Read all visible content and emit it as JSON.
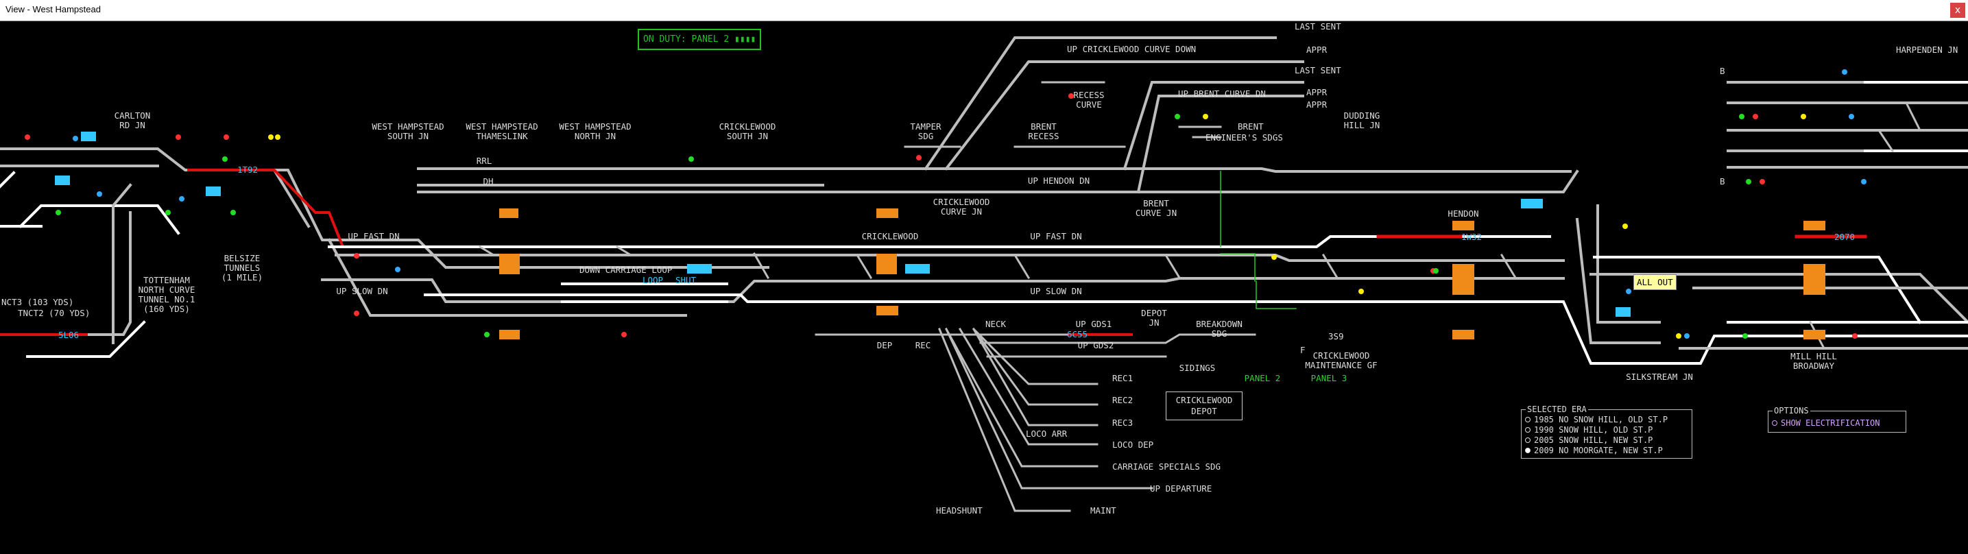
{
  "window": {
    "title": "View - West Hampstead",
    "close_glyph": "x"
  },
  "duty": "ON DUTY: PANEL 2 ▮▮▮▮",
  "colors": {
    "track": "#bdbdbd",
    "track_set": "#ffffff",
    "track_occ": "#e01010",
    "signal_red": "#ff3030",
    "signal_green": "#22dd22",
    "signal_yellow": "#ffee00",
    "signal_blue": "#33aaff",
    "berth": "#f08a18",
    "cyan": "#33c8ff",
    "panel_green": "#22cc22"
  },
  "labels": {
    "carlton": "CARLTON\nRD JN",
    "wh_south": "WEST HAMPSTEAD\nSOUTH JN",
    "wh_thames": "WEST HAMPSTEAD\nTHAMESLINK",
    "wh_north": "WEST HAMPSTEAD\nNORTH JN",
    "cricklewood_south": "CRICKLEWOOD\nSOUTH JN",
    "tamper": "TAMPER\nSDG",
    "brent_recess": "BRENT\nRECESS",
    "recess_curve": "RECESS\nCURVE",
    "brent_sdg": "BRENT",
    "engineers": "ENGINEER'S SDGS",
    "up_crick_curve": "UP CRICKLEWOOD CURVE DOWN",
    "up_brent_curve": "UP BRENT CURVE DN",
    "last_sent_1": "LAST SENT",
    "appr_1": "APPR",
    "last_sent_2": "LAST SENT",
    "appr_2": "APPR",
    "appr_3": "APPR",
    "dudding": "DUDDING\nHILL JN",
    "harpenden": "HARPENDEN JN",
    "crick_curve_jn": "CRICKLEWOOD\nCURVE JN",
    "brent_curve_jn": "BRENT\nCURVE JN",
    "up_hendon_dn": "UP HENDON DN",
    "hendon": "HENDON",
    "cricklewood": "CRICKLEWOOD",
    "up_fast_dn_1": "UP FAST DN",
    "up_fast_dn_2": "UP FAST DN",
    "up_slow_dn_1": "UP SLOW DN",
    "up_slow_dn_2": "UP SLOW DN",
    "down_carriage_loop": "DOWN CARRIAGE LOOP",
    "loop": "LOOP",
    "shut": "SHUT",
    "belsize": "BELSIZE\nTUNNELS\n(1 MILE)",
    "tottenham": "TOTTENHAM\nNORTH CURVE\nTUNNEL NO.1\n(160 YDS)",
    "nct3": "NCT3 (103 YDS)",
    "nct2": "TNCT2 (70 YDS)",
    "rrl": "RRL",
    "dh": "DH",
    "dep": "DEP",
    "rec": "REC",
    "neck": "NECK",
    "up_gds1": "UP GDS1",
    "up_gds2": "UP GDS2",
    "depot_jn": "DEPOT\nJN",
    "breakdown": "BREAKDOWN\nSDG",
    "sidings": "SIDINGS",
    "rec1": "REC1",
    "rec2": "REC2",
    "rec3": "REC3",
    "loco_arr": "LOCO ARR",
    "loco_dep": "LOCO DEP",
    "carriage_specials": "CARRIAGE SPECIALS SDG",
    "up_departure": "UP DEPARTURE",
    "headshunt": "HEADSHUNT",
    "maint": "MAINT",
    "crick_maint": "CRICKLEWOOD\nMAINTENANCE GF",
    "panel2": "PANEL 2",
    "panel3": "PANEL 3",
    "silkstream": "SILKSTREAM JN",
    "mill_hill": "MILL HILL\nBROADWAY",
    "cricklewood_depot": "CRICKLEWOOD\nDEPOT",
    "b1": "B",
    "b2": "B",
    "f_mark": "F",
    "code_3s9": "3S9"
  },
  "berths": {
    "b_1t92": "1T92",
    "b_5l06": "5L06",
    "b_6c55": "6C55",
    "b_1w32": "1W32",
    "b_2070": "2070"
  },
  "era": {
    "title": "SELECTED ERA",
    "options": [
      "1985 NO SNOW HILL, OLD ST.P",
      "1990 SNOW HILL, OLD ST.P",
      "2005 SNOW HILL, NEW ST.P",
      "2009 NO MOORGATE, NEW ST.P"
    ],
    "selected_index": 3
  },
  "options": {
    "title": "OPTIONS",
    "electrification": "SHOW ELECTRIFICATION"
  },
  "all_out": "ALL OUT"
}
